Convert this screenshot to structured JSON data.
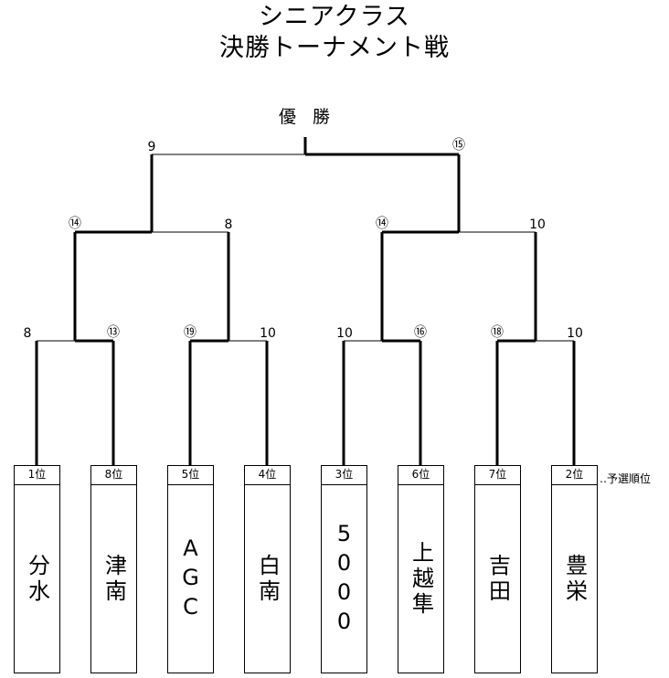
{
  "title": {
    "line1": "シニアクラス",
    "line2": "決勝トーナメント戦"
  },
  "winner_label": "優 勝",
  "rank_note": "‥予選順位",
  "teams": [
    {
      "rank": "1位",
      "name": "分水"
    },
    {
      "rank": "8位",
      "name": "津南"
    },
    {
      "rank": "5位",
      "name": "AGC"
    },
    {
      "rank": "4位",
      "name": "白南"
    },
    {
      "rank": "3位",
      "name": "5000"
    },
    {
      "rank": "6位",
      "name": "上越隼"
    },
    {
      "rank": "7位",
      "name": "吉田"
    },
    {
      "rank": "2位",
      "name": "豊栄"
    }
  ],
  "scores": {
    "r1": [
      "8",
      "⑬",
      "⑲",
      "10",
      "10",
      "⑯",
      "⑱",
      "10"
    ],
    "r2": [
      "⑭",
      "8",
      "⑭",
      "10"
    ],
    "final": [
      "9",
      "⑮"
    ]
  }
}
